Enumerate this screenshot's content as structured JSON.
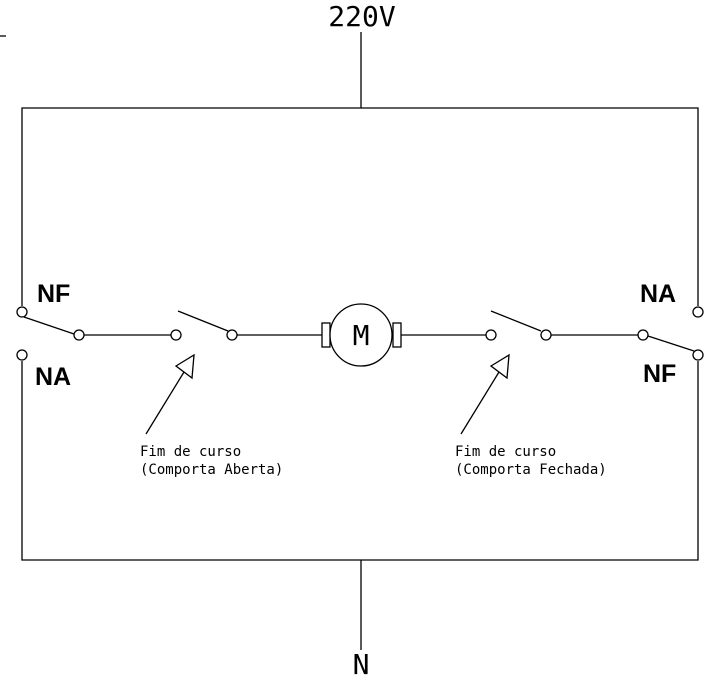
{
  "supply": {
    "top_label": "220V",
    "bottom_label": "N"
  },
  "switch_labels": {
    "left_upper": "NF",
    "left_lower": "NA",
    "right_upper": "NA",
    "right_lower": "NF"
  },
  "motor": {
    "label": "M"
  },
  "limit_switch_left": {
    "line1": "Fim de curso",
    "line2": "(Comporta Aberta)"
  },
  "limit_switch_right": {
    "line1": "Fim de curso",
    "line2": "(Comporta Fechada)"
  }
}
